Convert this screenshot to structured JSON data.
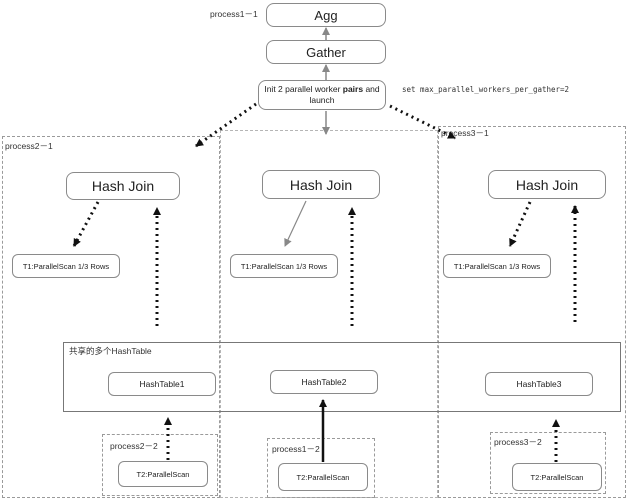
{
  "top": {
    "process_label": "process1－1",
    "agg": "Agg",
    "gather": "Gather",
    "init_line1_pre": "Init 2 parallel worker ",
    "init_line1_bold": "pairs",
    "init_line1_post": " and",
    "init_line2": "launch",
    "setting": "set max_parallel_workers_per_gather=2"
  },
  "columns": [
    {
      "process_label": "process2－1",
      "hash_join": "Hash Join",
      "scan1": "T1:ParallelScan 1/3 Rows",
      "hashtable": "HashTable1",
      "sub_process_label": "process2－2",
      "scan2": "T2:ParallelScan"
    },
    {
      "process_label": "",
      "hash_join": "Hash Join",
      "scan1": "T1:ParallelScan 1/3 Rows",
      "hashtable": "HashTable2",
      "sub_process_label": "process1－2",
      "scan2": "T2:ParallelScan"
    },
    {
      "process_label": "process3－1",
      "hash_join": "Hash Join",
      "scan1": "T1:ParallelScan 1/3 Rows",
      "hashtable": "HashTable3",
      "sub_process_label": "process3－2",
      "scan2": "T2:ParallelScan"
    }
  ],
  "shared": {
    "label": "共享的多个HashTable"
  }
}
